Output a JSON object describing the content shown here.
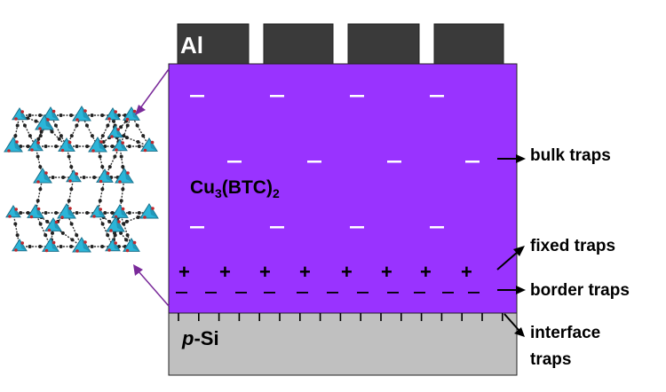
{
  "electrode": {
    "label": "Al"
  },
  "film": {
    "formula_main": "Cu",
    "formula_sub1": "3",
    "formula_mid": "(BTC)",
    "formula_sub2": "2"
  },
  "substrate": {
    "label_italic": "p",
    "label_rest": "-Si"
  },
  "traps": {
    "bulk": "bulk traps",
    "fixed": "fixed traps",
    "border": "border traps",
    "interface_line1": "interface",
    "interface_line2": "traps"
  },
  "charges": {
    "negative": "−",
    "positive": "+"
  },
  "colors": {
    "electrode": "#3a3a3a",
    "film": "#9933ff",
    "substrate": "#c0c0c0",
    "arrow_purple": "#7a2a9a",
    "node_cyan": "#2bb5d8"
  }
}
